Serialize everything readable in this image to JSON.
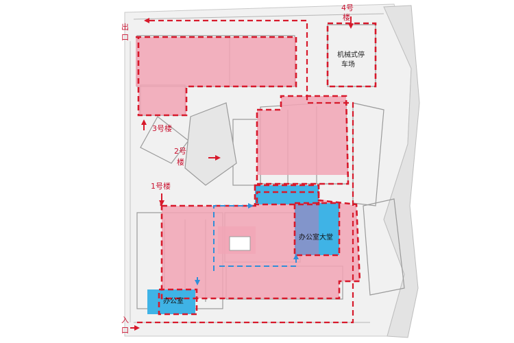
{
  "labels": {
    "exit_line1": "出",
    "exit_line2": "口",
    "entry_line1": "入",
    "entry_line2": "口",
    "building4_line1": "4号",
    "building4_line2": "楼",
    "parking_line1": "机械式停",
    "parking_line2": "车场",
    "building3": "3号楼",
    "building2_line1": "2号",
    "building2_line2": "楼",
    "building1": "1号楼",
    "office_lobby": "办公室大堂",
    "office": "办公室"
  },
  "colors": {
    "red_dash": "#d7192b",
    "blue_dash": "#2f8fd8",
    "pink_fill": "#f2a5b5",
    "blue_fill": "#3fb3e6",
    "purple_fill": "#8e8fc6",
    "site_gray": "#f1f1f1",
    "line_gray": "#9a9a9a",
    "label_red": "#c8102e"
  }
}
